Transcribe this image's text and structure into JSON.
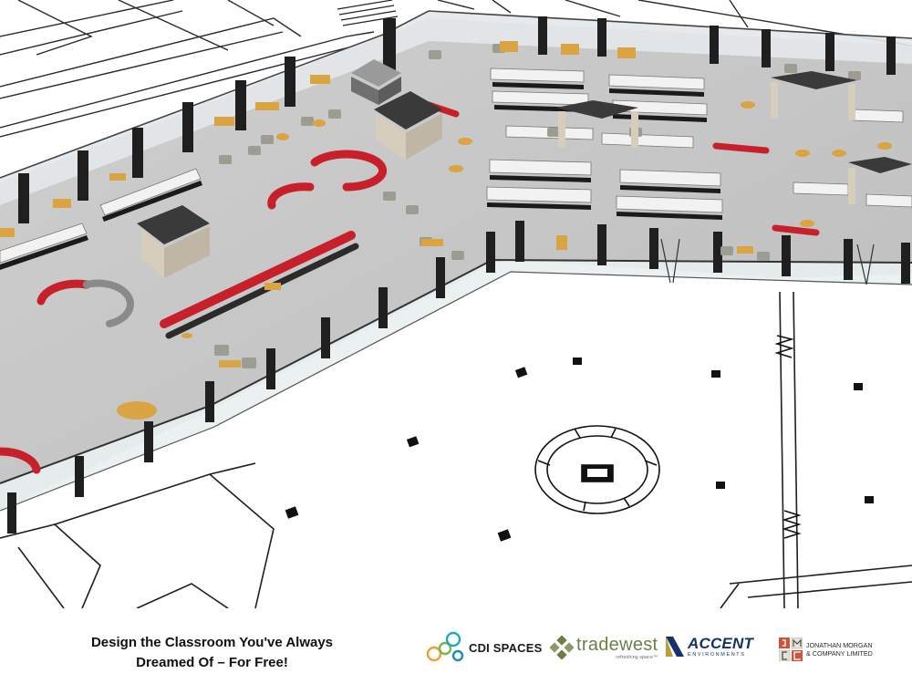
{
  "footer": {
    "tagline_line1": "Design the Classroom You've Always",
    "tagline_line2": "Dreamed Of – For Free!"
  },
  "logos": {
    "cdi": {
      "name": "CDI SPACES",
      "icon": "cdi-circles-icon",
      "colors": [
        "#1aa7c9",
        "#f29c2b",
        "#79b74a",
        "#1b8fb5"
      ]
    },
    "tradewest": {
      "name": "tradewest",
      "tagline": "refreshing space™",
      "icon": "tradewest-diamond-icon",
      "color": "#6d7f49"
    },
    "accent": {
      "name": "ACCENT",
      "subtitle": "ENVIRONMENTS",
      "icon": "accent-chevron-icon",
      "color": "#13326b"
    },
    "jonathan_morgan": {
      "line1": "JONATHAN MORGAN",
      "line2": "& COMPANY LIMITED",
      "icon": "jm-monogram-icon",
      "color": "#c8553d"
    }
  },
  "colors": {
    "floor": "#c9c9c9",
    "accent_red": "#c8202a",
    "column": "#1f1f1f",
    "glass": "#e9eef0"
  }
}
